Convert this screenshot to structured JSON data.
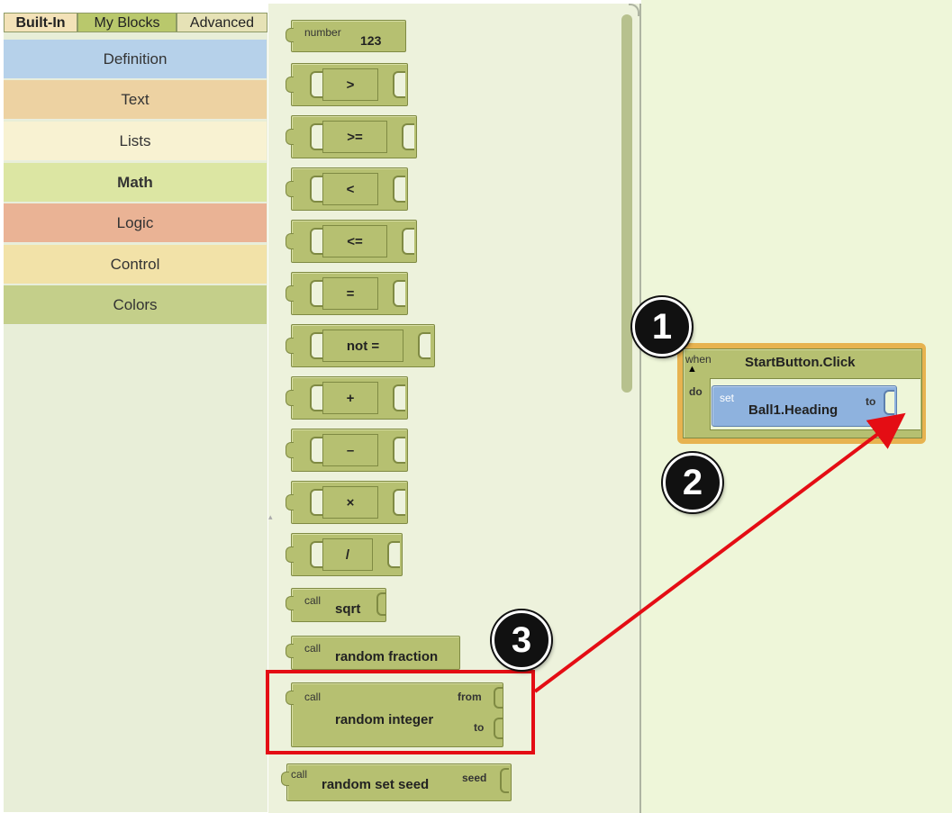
{
  "tabs": [
    "Built-In",
    "My Blocks",
    "Advanced"
  ],
  "categories": [
    {
      "label": "Definition",
      "color": "#b6d1ea"
    },
    {
      "label": "Text",
      "color": "#edd2a2"
    },
    {
      "label": "Lists",
      "color": "#f8f2d2"
    },
    {
      "label": "Math",
      "color": "#dce6a3"
    },
    {
      "label": "Logic",
      "color": "#eab395"
    },
    {
      "label": "Control",
      "color": "#f2e2a8"
    },
    {
      "label": "Colors",
      "color": "#c4cf8a"
    }
  ],
  "palette": {
    "number_block": {
      "small": "number",
      "value": "123"
    },
    "operators": [
      "&gt;",
      "&gt;=",
      "&lt;",
      "&lt;=",
      "=",
      "not =",
      "+",
      "–",
      "×",
      "/"
    ],
    "sqrt": {
      "small": "call",
      "label": "sqrt"
    },
    "random_fraction": {
      "small": "call",
      "label": "random fraction"
    },
    "random_integer": {
      "small": "call",
      "label": "random integer",
      "from": "from",
      "to": "to"
    },
    "random_set_seed": {
      "small": "call",
      "label": "random set seed",
      "seed": "seed"
    }
  },
  "workspace": {
    "event": {
      "when": "when",
      "name": "StartButton.Click",
      "do": "do"
    },
    "set": {
      "small": "set",
      "label": "Ball1.Heading",
      "to": "to"
    }
  },
  "badges": [
    "1",
    "2",
    "3"
  ],
  "colors": {
    "highlight": "#e40d14",
    "block_math": "#b6c071",
    "block_set": "#8eb2de",
    "event_glow": "#e7b350"
  }
}
